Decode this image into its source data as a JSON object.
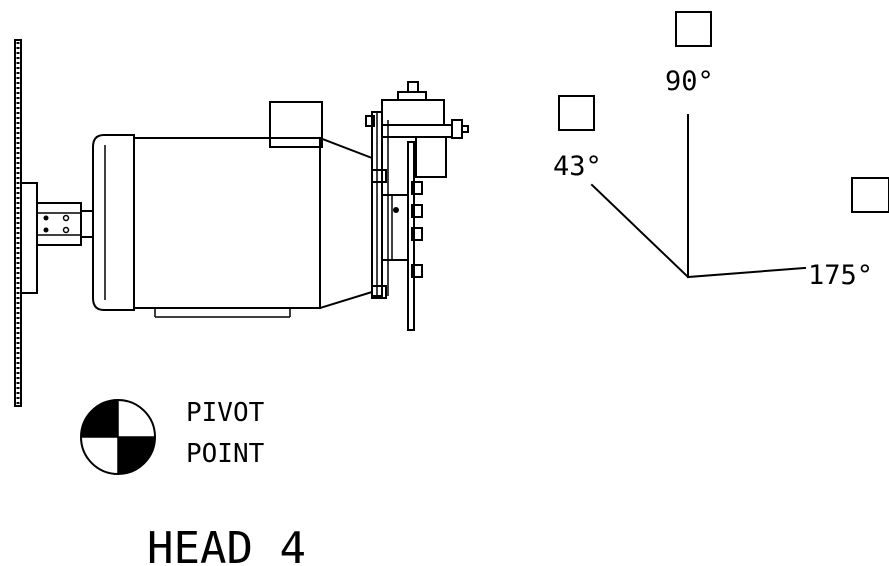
{
  "pivot": {
    "line1": "PIVOT",
    "line2": "POINT"
  },
  "head_label": "HEAD 4",
  "angles": [
    {
      "label": "90°"
    },
    {
      "label": "43°"
    },
    {
      "label": "175°"
    }
  ],
  "colors": {
    "ink": "#000000",
    "paper": "#ffffff"
  }
}
